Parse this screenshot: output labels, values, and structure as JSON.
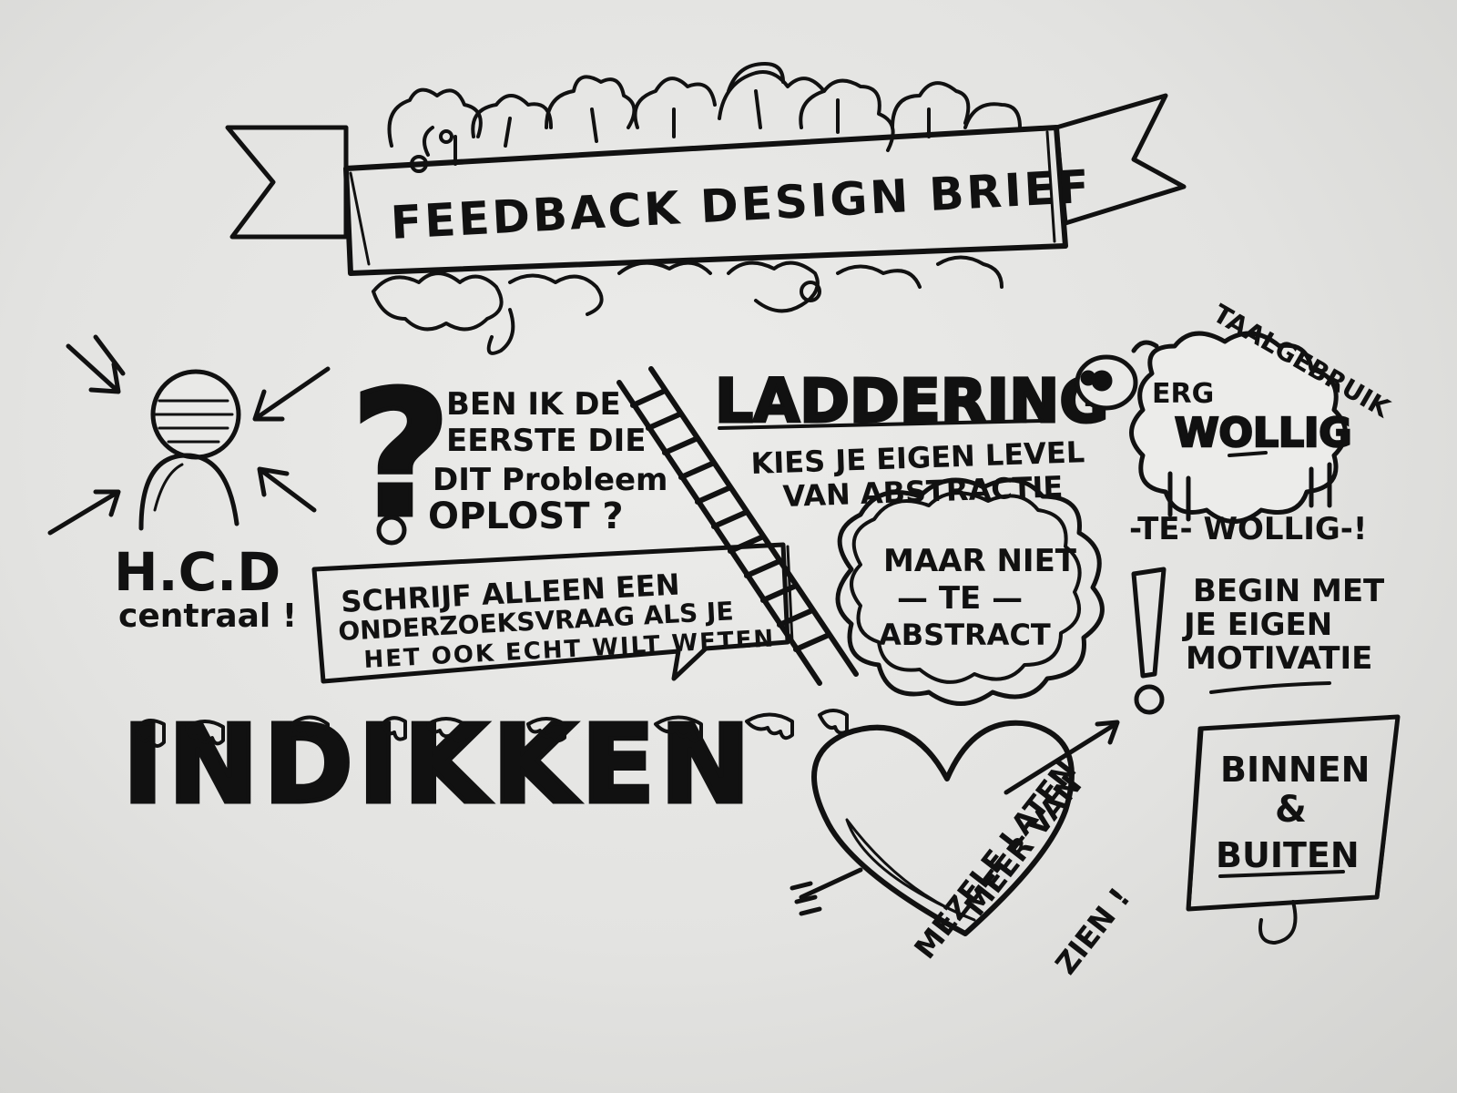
{
  "banner": {
    "title": "FEEDBACK DESIGN BRIEF"
  },
  "hcd": {
    "title": "H.C.D",
    "subtitle": "centraal !"
  },
  "question": {
    "mark": "?",
    "lines": [
      "BEN IK DE",
      "EERSTE DIE",
      "DIT Probleem",
      "OPLOST ?"
    ]
  },
  "speech": {
    "lines": [
      "SCHRIJF ALLEEN EEN",
      "ONDERZOEKSVRAAG ALS JE",
      "HET OOK ECHT WILT WETEN"
    ]
  },
  "laddering": {
    "title": "LADDERING",
    "lines": [
      "KIES JE EIGEN LEVEL",
      "VAN ABSTRACTIE"
    ]
  },
  "cloud": {
    "lines": [
      "MAAR NIET",
      "— TE —",
      "ABSTRACT"
    ]
  },
  "sheep": {
    "label": "TAALGEBRUIK",
    "lines": [
      "ERG",
      "WOLLIG"
    ],
    "footer": "-TE- WOLLIG-!"
  },
  "exclaim": {
    "mark": "!",
    "lines": [
      "BEGIN MET",
      "JE EIGEN",
      "MOTIVATIE"
    ]
  },
  "indikken": {
    "title": "INDIKKEN"
  },
  "heart": {
    "lines": [
      "MEER VAN",
      "MEZELF LATEN",
      "ZIEN !"
    ]
  },
  "sign": {
    "lines": [
      "BINNEN",
      "&",
      "BUITEN"
    ]
  },
  "colors": {
    "ink": "#111111",
    "paper": "#e8e8e6",
    "shade": "#b9b9b4"
  }
}
